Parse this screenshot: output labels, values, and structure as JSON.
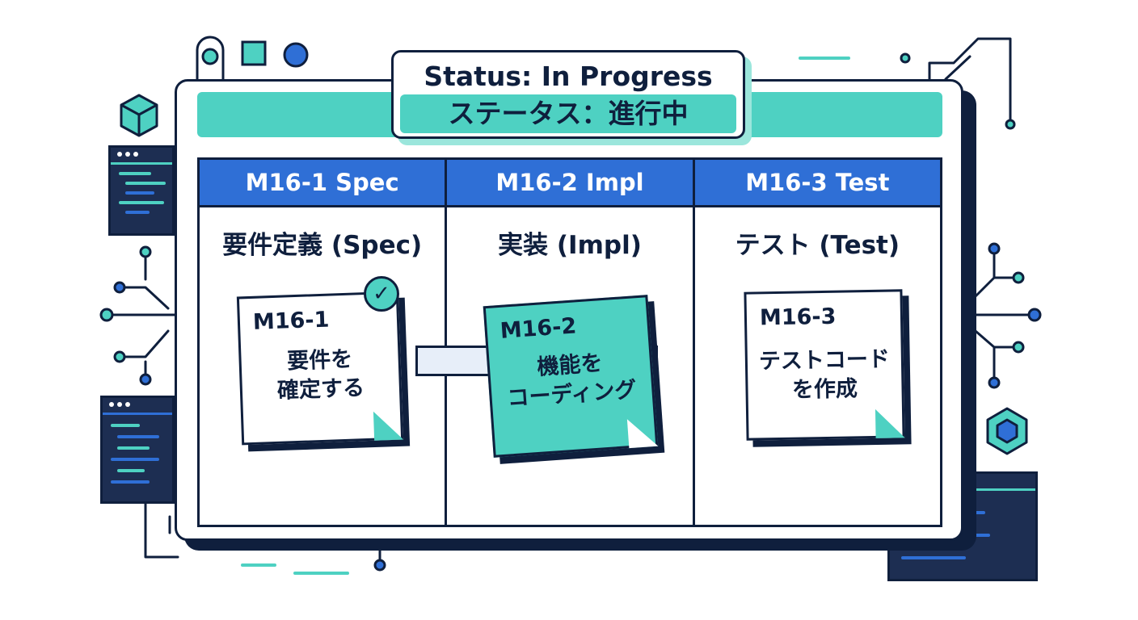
{
  "status": {
    "english": "Status: In Progress",
    "japanese": "ステータス：進行中"
  },
  "columns": [
    {
      "header": "M16-1 Spec",
      "subtitle": "要件定義 (Spec)"
    },
    {
      "header": "M16-2 Impl",
      "subtitle": "実装 (Impl)"
    },
    {
      "header": "M16-3 Test",
      "subtitle": "テスト (Test)"
    }
  ],
  "cards": [
    {
      "id": "M16-1",
      "text": "要件を\n確定する",
      "state": "done"
    },
    {
      "id": "M16-2",
      "text": "機能を\nコーディング",
      "state": "in-progress"
    },
    {
      "id": "M16-3",
      "text": "テストコード\nを作成",
      "state": "todo"
    }
  ],
  "colors": {
    "navy": "#0f1f3d",
    "teal": "#4ed1c2",
    "blue": "#2f6fd6",
    "arrow": "#e7eef9"
  },
  "icons": [
    "check-icon",
    "cube-icon",
    "hexagon-icon",
    "code-window-icon",
    "circuit-node-icon",
    "cycle-ring-icon"
  ]
}
